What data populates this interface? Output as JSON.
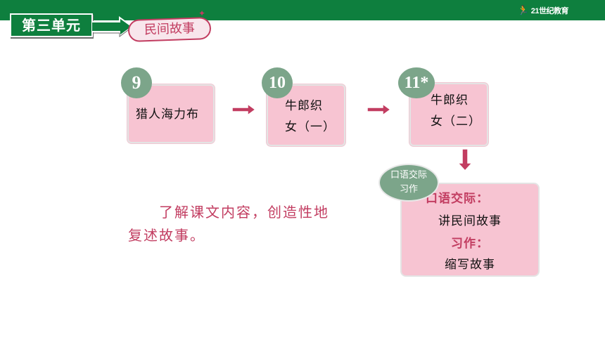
{
  "header": {
    "logo_text": "21世纪教育",
    "logo_icon": "runner-icon"
  },
  "unit": {
    "label": "第三单元",
    "theme": "民间故事"
  },
  "lessons": [
    {
      "number": "9",
      "line1": "猎人海力布",
      "line2": ""
    },
    {
      "number": "10",
      "line1": "牛郎织",
      "line2": "女（一）"
    },
    {
      "number": "11*",
      "line1": "牛郎织",
      "line2": "女（二）"
    }
  ],
  "oral": {
    "badge_line1": "口语交际",
    "badge_line2": "习作",
    "heading1": "口语交际：",
    "text1": "讲民间故事",
    "heading2": "习作：",
    "text2": "缩写故事"
  },
  "goal": {
    "line1": "　　了解课文内容，创造性地",
    "line2": "复述故事。"
  },
  "colors": {
    "green": "#0e7f3e",
    "badge_green": "#7ca58a",
    "card_pink": "#f7c4d2",
    "accent_red": "#c23d61"
  }
}
